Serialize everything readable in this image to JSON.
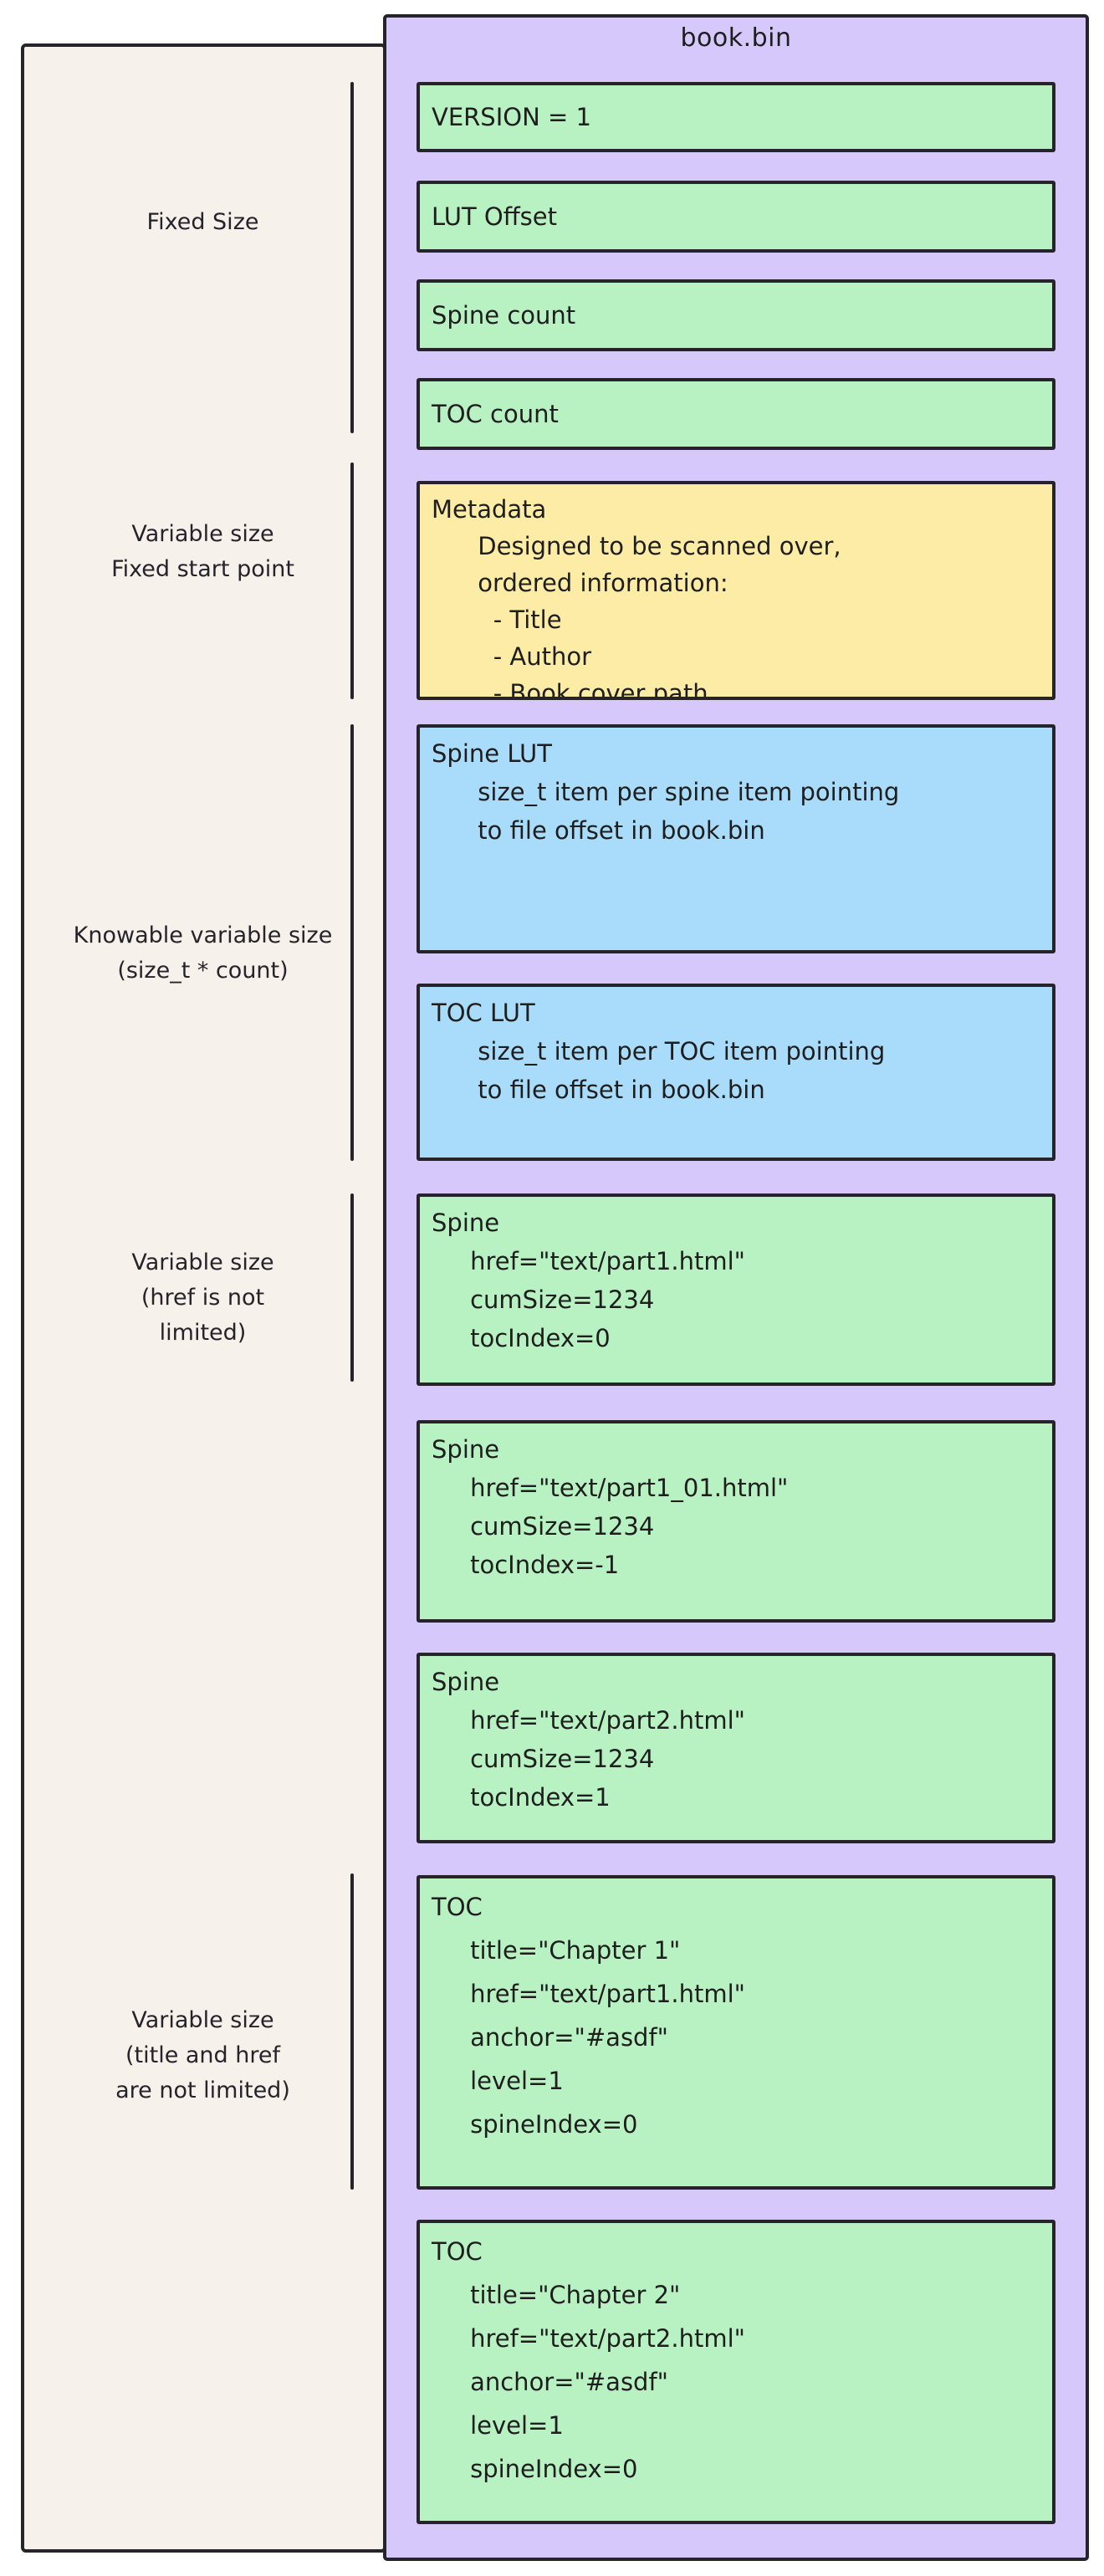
{
  "file": {
    "title": "book.bin"
  },
  "colors": {
    "purple": "#d6c8fa",
    "green": "#b9f2c2",
    "yellow": "#fdeca6",
    "blue": "#a9dcfa",
    "cream": "#f6f1ea",
    "stroke": "#26232b"
  },
  "side_labels": [
    {
      "name": "label-fixed-size",
      "lines": [
        "Fixed Size"
      ]
    },
    {
      "name": "label-variable-size-fixed-start",
      "lines": [
        "Variable size",
        "Fixed start point"
      ]
    },
    {
      "name": "label-knowable-variable-size",
      "lines": [
        "Knowable variable size",
        "(size_t * count)"
      ]
    },
    {
      "name": "label-variable-size-href",
      "lines": [
        "Variable size",
        "(href is not",
        "limited)"
      ]
    },
    {
      "name": "label-variable-size-title-href",
      "lines": [
        "Variable size",
        "(title and href",
        "are not limited)"
      ]
    }
  ],
  "boxes": [
    {
      "name": "box-version",
      "color": "green",
      "lines": [
        "VERSION = 1"
      ]
    },
    {
      "name": "box-lut-offset",
      "color": "green",
      "lines": [
        "LUT Offset"
      ]
    },
    {
      "name": "box-spine-count",
      "color": "green",
      "lines": [
        "Spine count"
      ]
    },
    {
      "name": "box-toc-count",
      "color": "green",
      "lines": [
        "TOC count"
      ]
    },
    {
      "name": "box-metadata",
      "color": "yellow",
      "lines": [
        "Metadata",
        "      Designed to be scanned over,",
        "      ordered information:",
        "        - Title",
        "        - Author",
        "        - Book cover path"
      ]
    },
    {
      "name": "box-spine-lut",
      "color": "blue",
      "lines": [
        "Spine LUT",
        "      size_t item per spine item pointing",
        "      to file offset in book.bin"
      ]
    },
    {
      "name": "box-toc-lut",
      "color": "blue",
      "lines": [
        "TOC LUT",
        "      size_t item per TOC item pointing",
        "      to file offset in book.bin"
      ]
    },
    {
      "name": "box-spine-1",
      "color": "green",
      "lines": [
        "Spine",
        "     href=\"text/part1.html\"",
        "     cumSize=1234",
        "     tocIndex=0"
      ]
    },
    {
      "name": "box-spine-2",
      "color": "green",
      "lines": [
        "Spine",
        "     href=\"text/part1_01.html\"",
        "     cumSize=1234",
        "     tocIndex=-1"
      ]
    },
    {
      "name": "box-spine-3",
      "color": "green",
      "lines": [
        "Spine",
        "     href=\"text/part2.html\"",
        "     cumSize=1234",
        "     tocIndex=1"
      ]
    },
    {
      "name": "box-toc-1",
      "color": "green",
      "lines": [
        "TOC",
        "     title=\"Chapter 1\"",
        "     href=\"text/part1.html\"",
        "     anchor=\"#asdf\"",
        "     level=1",
        "     spineIndex=0"
      ]
    },
    {
      "name": "box-toc-2",
      "color": "green",
      "lines": [
        "TOC",
        "     title=\"Chapter 2\"",
        "     href=\"text/part2.html\"",
        "     anchor=\"#asdf\"",
        "     level=1",
        "     spineIndex=0"
      ]
    }
  ]
}
